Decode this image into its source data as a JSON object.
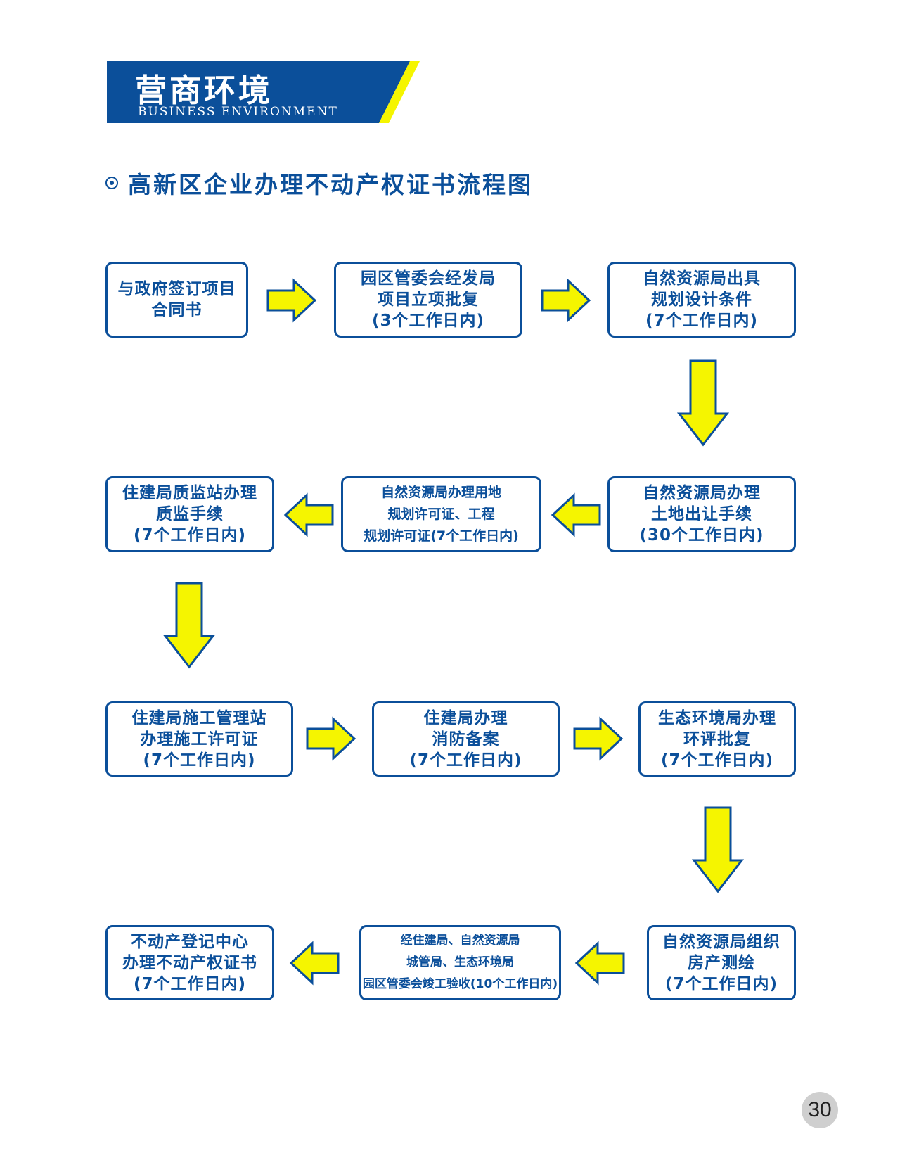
{
  "header": {
    "title": "营商环境",
    "subtitle": "BUSINESS ENVIRONMENT"
  },
  "section": {
    "title": "高新区企业办理不动产权证书流程图"
  },
  "colors": {
    "primary_blue": "#0b4f9a",
    "arrow_yellow": "#f5f500",
    "accent_yellow": "#f5f500"
  },
  "steps": [
    {
      "lines": [
        "与政府签订项目",
        "合同书"
      ]
    },
    {
      "lines": [
        "园区管委会经发局",
        "项目立项批复",
        "(3个工作日内)"
      ]
    },
    {
      "lines": [
        "自然资源局出具",
        "规划设计条件",
        "(7个工作日内)"
      ]
    },
    {
      "lines": [
        "自然资源局办理",
        "土地出让手续",
        "(30个工作日内)"
      ]
    },
    {
      "lines": [
        "自然资源局办理用地",
        "规划许可证、工程",
        "规划许可证(7个工作日内)"
      ]
    },
    {
      "lines": [
        "住建局质监站办理",
        "质监手续",
        "(7个工作日内)"
      ]
    },
    {
      "lines": [
        "住建局施工管理站",
        "办理施工许可证",
        "(7个工作日内)"
      ]
    },
    {
      "lines": [
        "住建局办理",
        "消防备案",
        "(7个工作日内)"
      ]
    },
    {
      "lines": [
        "生态环境局办理",
        "环评批复",
        "(7个工作日内)"
      ]
    },
    {
      "lines": [
        "自然资源局组织",
        "房产测绘",
        "(7个工作日内)"
      ]
    },
    {
      "lines": [
        "经住建局、自然资源局",
        "城管局、生态环境局",
        "园区管委会竣工验收(10个工作日内)"
      ]
    },
    {
      "lines": [
        "不动产登记中心",
        "办理不动产权证书",
        "(7个工作日内)"
      ]
    }
  ],
  "page_number": "30"
}
